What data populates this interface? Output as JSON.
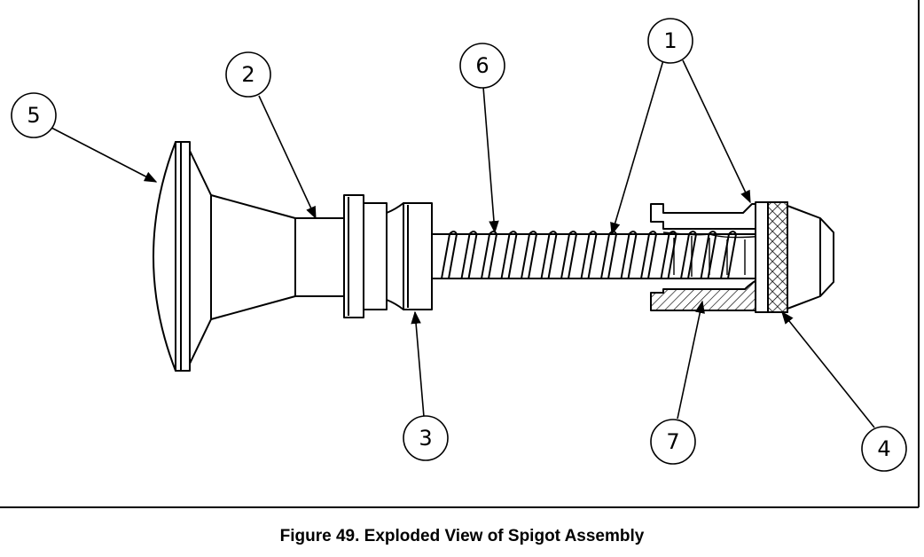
{
  "caption": "Figure 49.  Exploded View of Spigot Assembly",
  "callouts": [
    {
      "id": "1",
      "label": "1"
    },
    {
      "id": "2",
      "label": "2"
    },
    {
      "id": "3",
      "label": "3"
    },
    {
      "id": "4",
      "label": "4"
    },
    {
      "id": "5",
      "label": "5"
    },
    {
      "id": "6",
      "label": "6"
    },
    {
      "id": "7",
      "label": "7"
    }
  ],
  "colors": {
    "line": "#000000",
    "background": "#ffffff"
  }
}
